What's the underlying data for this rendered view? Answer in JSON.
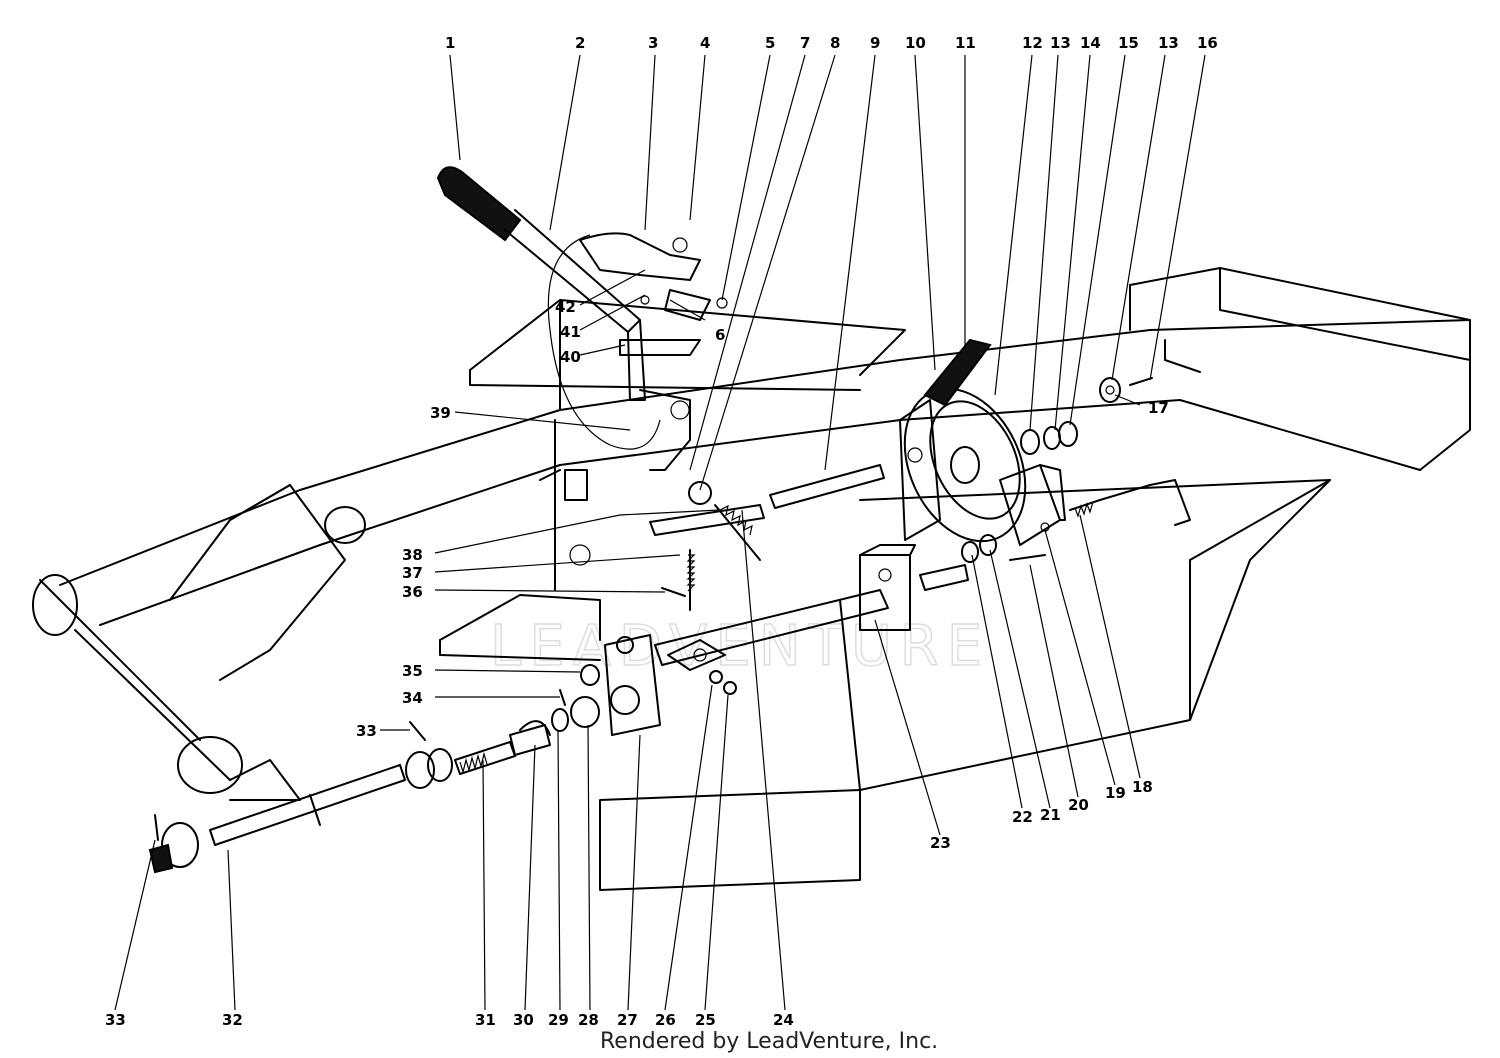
{
  "footer": {
    "credit": "Rendered by LeadVenture, Inc."
  },
  "watermark": {
    "text": "LEADVENTURE"
  },
  "callouts": [
    {
      "id": "c1",
      "label": "1"
    },
    {
      "id": "c2",
      "label": "2"
    },
    {
      "id": "c3",
      "label": "3"
    },
    {
      "id": "c4",
      "label": "4"
    },
    {
      "id": "c5",
      "label": "5"
    },
    {
      "id": "c7",
      "label": "7"
    },
    {
      "id": "c8",
      "label": "8"
    },
    {
      "id": "c9",
      "label": "9"
    },
    {
      "id": "c10",
      "label": "10"
    },
    {
      "id": "c11",
      "label": "11"
    },
    {
      "id": "c12",
      "label": "12"
    },
    {
      "id": "c13a",
      "label": "13"
    },
    {
      "id": "c14",
      "label": "14"
    },
    {
      "id": "c15",
      "label": "15"
    },
    {
      "id": "c13b",
      "label": "13"
    },
    {
      "id": "c16",
      "label": "16"
    },
    {
      "id": "c17",
      "label": "17"
    },
    {
      "id": "c6",
      "label": "6"
    },
    {
      "id": "c42",
      "label": "42"
    },
    {
      "id": "c41",
      "label": "41"
    },
    {
      "id": "c40",
      "label": "40"
    },
    {
      "id": "c39",
      "label": "39"
    },
    {
      "id": "c38",
      "label": "38"
    },
    {
      "id": "c37",
      "label": "37"
    },
    {
      "id": "c36",
      "label": "36"
    },
    {
      "id": "c35",
      "label": "35"
    },
    {
      "id": "c34",
      "label": "34"
    },
    {
      "id": "c33a",
      "label": "33"
    },
    {
      "id": "c33b",
      "label": "33"
    },
    {
      "id": "c32",
      "label": "32"
    },
    {
      "id": "c31",
      "label": "31"
    },
    {
      "id": "c30",
      "label": "30"
    },
    {
      "id": "c29",
      "label": "29"
    },
    {
      "id": "c28",
      "label": "28"
    },
    {
      "id": "c27",
      "label": "27"
    },
    {
      "id": "c26",
      "label": "26"
    },
    {
      "id": "c25",
      "label": "25"
    },
    {
      "id": "c24",
      "label": "24"
    },
    {
      "id": "c23",
      "label": "23"
    },
    {
      "id": "c22",
      "label": "22"
    },
    {
      "id": "c21",
      "label": "21"
    },
    {
      "id": "c20",
      "label": "20"
    },
    {
      "id": "c19",
      "label": "19"
    },
    {
      "id": "c18",
      "label": "18"
    }
  ]
}
